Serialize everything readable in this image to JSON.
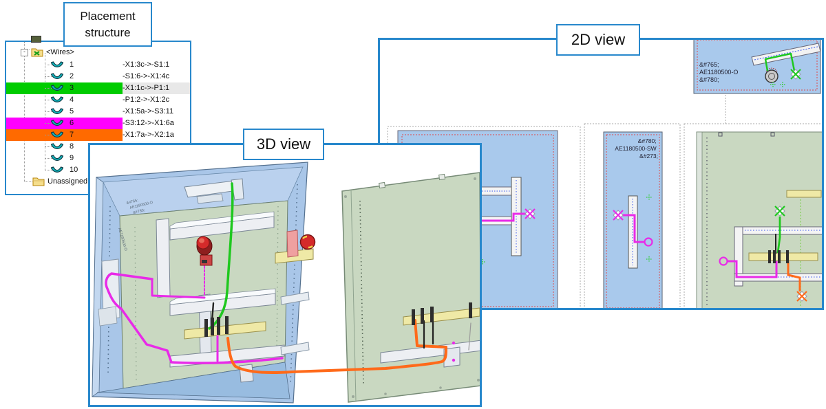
{
  "labels": {
    "placement": "Placement\nstructure",
    "view3d": "3D view",
    "view2d": "2D view"
  },
  "tree": {
    "root_label": "<Wires>",
    "unassigned_label": "Unassigned",
    "rows": [
      {
        "num": "1",
        "wire": "-X1:3c->-S1:1",
        "highlight": "",
        "selected": false
      },
      {
        "num": "2",
        "wire": "-S1:6->-X1:4c",
        "highlight": "",
        "selected": false
      },
      {
        "num": "3",
        "wire": "-X1:1c->-P1:1",
        "highlight": "green",
        "selected": true
      },
      {
        "num": "4",
        "wire": "-P1:2->-X1:2c",
        "highlight": "",
        "selected": false
      },
      {
        "num": "5",
        "wire": "-X1:5a->-S3:11",
        "highlight": "",
        "selected": false
      },
      {
        "num": "6",
        "wire": "-S3:12->-X1:6a",
        "highlight": "magenta",
        "selected": false
      },
      {
        "num": "7",
        "wire": "-X1:7a->-X2:1a",
        "highlight": "orange",
        "selected": false
      },
      {
        "num": "8",
        "wire": "",
        "highlight": "",
        "selected": false
      },
      {
        "num": "9",
        "wire": "",
        "highlight": "",
        "selected": false
      },
      {
        "num": "10",
        "wire": "",
        "highlight": "",
        "selected": false
      }
    ]
  },
  "v2d": {
    "top_right_panel": {
      "l1": "&#765;",
      "l2": "AE1180500-O",
      "l3": "&#780;"
    },
    "middle_panel": {
      "l1": "&#780;",
      "l2": "AE1180500-SW",
      "l3": "&#273;"
    }
  },
  "v3d": {
    "plate": {
      "l1": "&#765;",
      "l2": "AE1180500-O",
      "l3": "&#780;"
    }
  },
  "colors": {
    "border_blue": "#2888cc",
    "highlight_green": "#00cc00",
    "highlight_magenta": "#ff00ff",
    "highlight_orange": "#ff6a00",
    "wire_green": "#1ec81e",
    "wire_magenta": "#e82ae8",
    "wire_orange": "#ff6a1a",
    "panel_blue": "#a9c9ec",
    "panel_green": "#c9d8c1",
    "rail_yellow": "#efe9a6"
  }
}
